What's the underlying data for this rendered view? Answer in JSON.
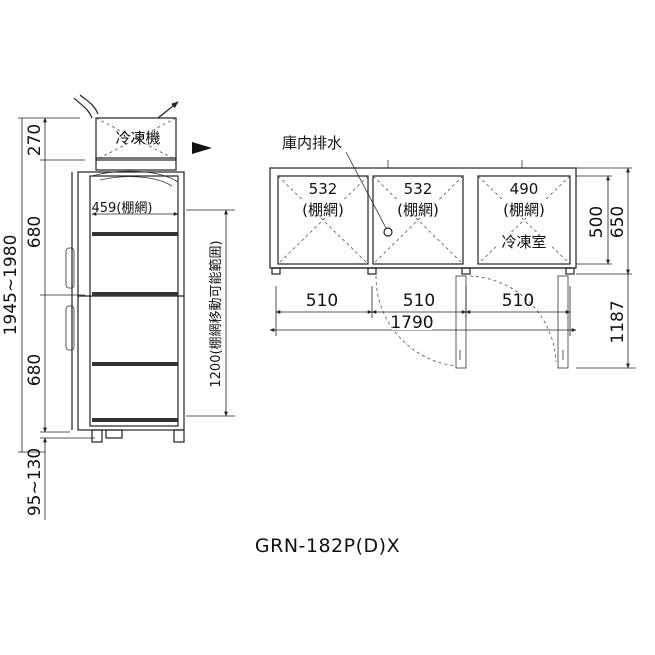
{
  "model": "GRN-182P(D)X",
  "side_view": {
    "height_range": "1945~1980",
    "section_heights": [
      "270",
      "680",
      "680"
    ],
    "leg_range": "95~130",
    "unit_label": "冷凍機",
    "shelf_depth": "459(棚網)",
    "shelf_move_range": "1200(棚網移動可能範囲)"
  },
  "top_view": {
    "drain_label": "庫内排水",
    "compartments": [
      {
        "width": "532",
        "label": "(棚網)",
        "room": ""
      },
      {
        "width": "532",
        "label": "(棚網)",
        "room": ""
      },
      {
        "width": "490",
        "label": "(棚網)",
        "room": "冷凍室"
      }
    ],
    "door_widths": [
      "510",
      "510",
      "510"
    ],
    "total_width": "1790",
    "depth_inner": "500",
    "depth_outer": "650",
    "depth_door_open": "1187"
  },
  "colors": {
    "line": "#222222",
    "background": "#ffffff"
  }
}
